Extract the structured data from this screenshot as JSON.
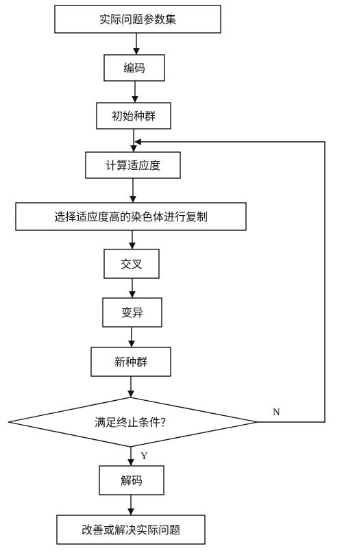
{
  "flowchart": {
    "steps": [
      {
        "id": "params",
        "label": "实际问题参数集"
      },
      {
        "id": "encode",
        "label": "编码"
      },
      {
        "id": "init",
        "label": "初始种群"
      },
      {
        "id": "fitness",
        "label": "计算适应度"
      },
      {
        "id": "select",
        "label": "选择适应度高的染色体进行复制"
      },
      {
        "id": "crossover",
        "label": "交叉"
      },
      {
        "id": "mutation",
        "label": "变异"
      },
      {
        "id": "newpop",
        "label": "新种群"
      }
    ],
    "decision": {
      "label": "满足终止条件？",
      "no_label": "N",
      "yes_label": "Y"
    },
    "end_steps": [
      {
        "id": "decode",
        "label": "解码"
      },
      {
        "id": "solve",
        "label": "改善或解决实际问题"
      }
    ]
  }
}
